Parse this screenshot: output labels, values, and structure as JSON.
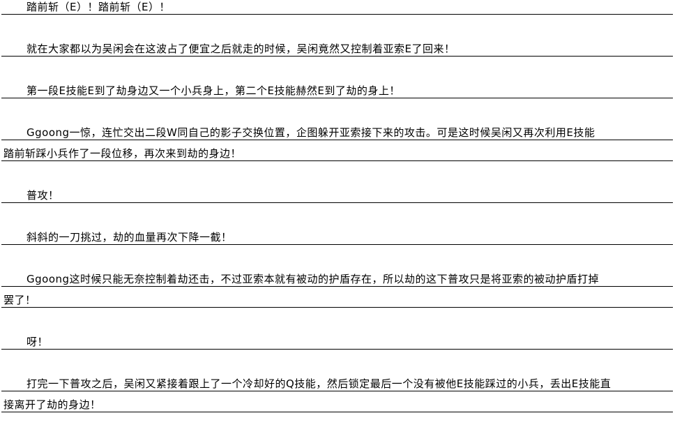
{
  "paragraphs": [
    {
      "lines": [
        "踏前斩（E）！踏前斩（E）！"
      ]
    },
    {
      "lines": [
        "就在大家都以为吴闲会在这波占了便宜之后就走的时候，吴闲竟然又控制着亚索E了回来！"
      ]
    },
    {
      "lines": [
        "第一段E技能E到了劫身边又一个小兵身上，第二个E技能赫然E到了劫的身上！"
      ]
    },
    {
      "lines": [
        "Ggoong一惊，连忙交出二段W同自己的影子交换位置，企图躲开亚索接下来的攻击。可是这时候吴闲又再次利用E技能",
        "踏前斩踩小兵作了一段位移，再次来到劫的身边！"
      ]
    },
    {
      "lines": [
        "普攻！"
      ]
    },
    {
      "lines": [
        "斜斜的一刀挑过，劫的血量再次下降一截！"
      ]
    },
    {
      "lines": [
        "Ggoong这时候只能无奈控制着劫还击，不过亚索本就有被动的护盾存在，所以劫的这下普攻只是将亚索的被动护盾打掉",
        "罢了！"
      ]
    },
    {
      "lines": [
        "呀！"
      ]
    },
    {
      "lines": [
        "打完一下普攻之后，吴闲又紧接着跟上了一个冷却好的Q技能，然后锁定最后一个没有被他E技能踩过的小兵，丢出E技能直",
        "接离开了劫的身边！"
      ]
    }
  ]
}
